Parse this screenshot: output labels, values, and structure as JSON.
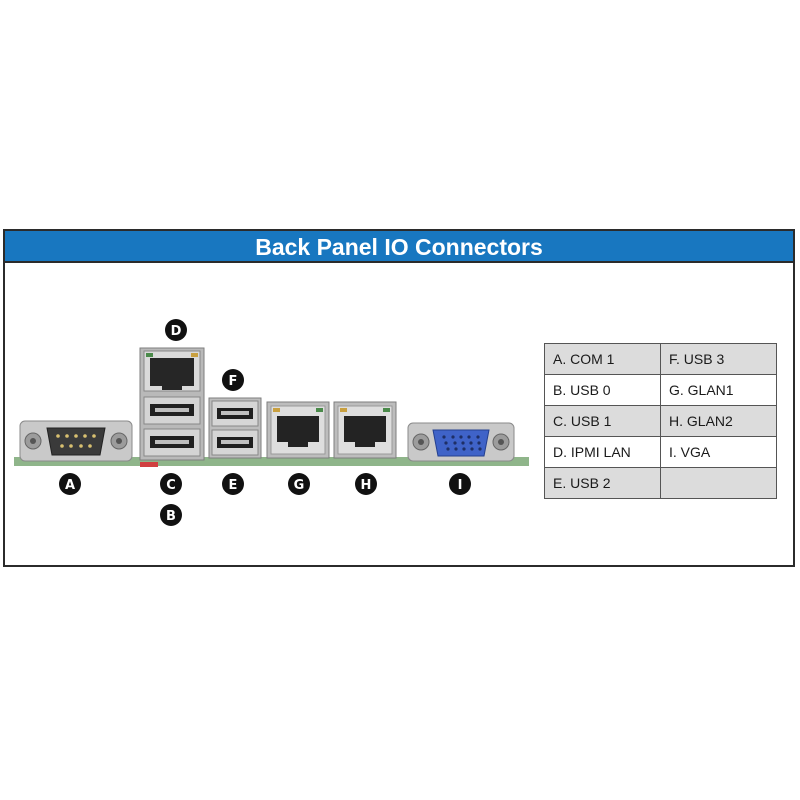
{
  "title": "Back Panel IO Connectors",
  "connector_badges": {
    "a": "A",
    "b": "B",
    "c": "C",
    "d": "D",
    "e": "E",
    "f": "F",
    "g": "G",
    "h": "H",
    "i": "I"
  },
  "legend": [
    [
      "A. COM 1",
      "F. USB 3"
    ],
    [
      "B. USB 0",
      "G. GLAN1"
    ],
    [
      "C. USB 1",
      "H. GLAN2"
    ],
    [
      "D. IPMI LAN",
      "I. VGA"
    ],
    [
      "E. USB 2",
      ""
    ]
  ],
  "colors": {
    "title_bar": "#1877c0",
    "pcb_green": "#8fb58a",
    "badge": "#111111",
    "vga_blue": "#3f63c8"
  }
}
